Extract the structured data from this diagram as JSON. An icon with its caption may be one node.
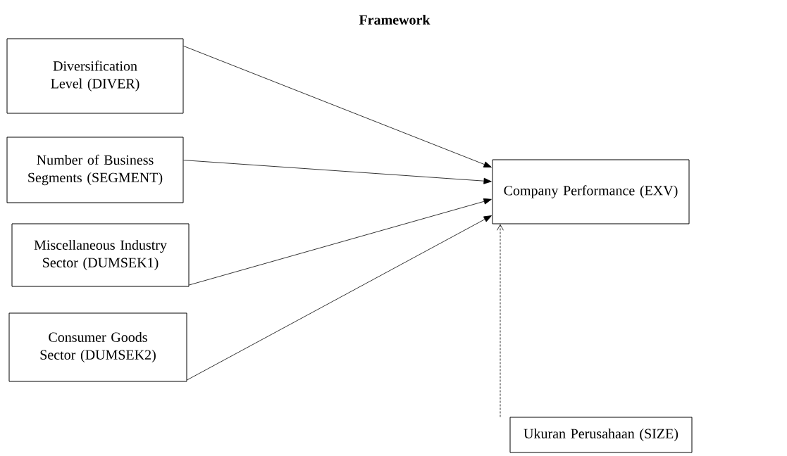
{
  "diagram": {
    "title": "Framework",
    "nodes": [
      {
        "text": [
          "Diversification Level (DIVER)"
        ]
      },
      {
        "text": [
          "Number of Business Segments (SEGMENT)"
        ]
      },
      {
        "text": [
          "Miscellaneous Industry Sector (DUMSEK1)"
        ]
      },
      {
        "text": [
          "Consumer Goods Sector (DUMSEK2)"
        ]
      },
      {
        "text": [
          "Company Performance (EXV)"
        ]
      },
      {
        "text": [
          "Ukuran Perusahaan (SIZE)"
        ]
      }
    ],
    "edges": [
      {
        "from": 0,
        "to": 4,
        "arrow": "to"
      },
      {
        "from": 1,
        "to": 4,
        "arrow": "to"
      },
      {
        "from": 2,
        "to": 4,
        "arrow": "to"
      },
      {
        "from": 3,
        "to": 4,
        "arrow": "to"
      },
      {
        "from": 5,
        "to": 4,
        "arrow": "to",
        "style": "dashed"
      }
    ]
  }
}
